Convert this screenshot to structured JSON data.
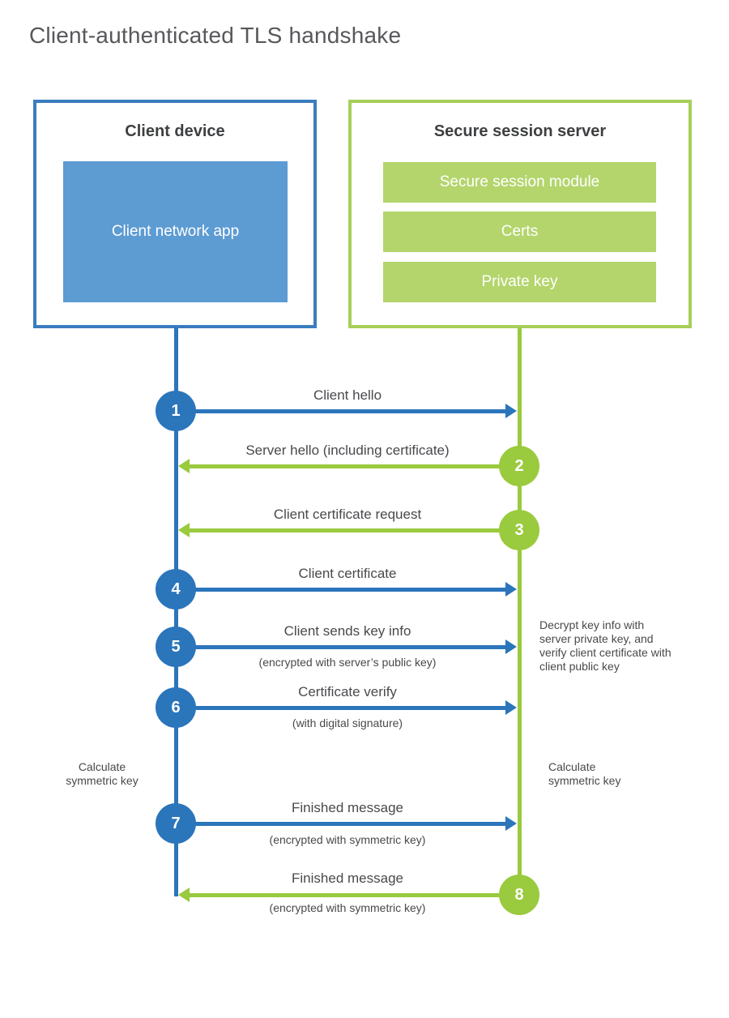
{
  "title": "Client-authenticated TLS handshake",
  "colors": {
    "blue_line": "#2b75bb",
    "blue_border": "#3a7cbe",
    "blue_fill": "#5d9bd3",
    "green_line": "#9aca3e",
    "green_border": "#a6cf5a",
    "green_fill": "#b3d56c",
    "text_dark": "#3e3f41",
    "text_gray": "#48494c",
    "title_gray": "#57585b"
  },
  "client_box": {
    "title": "Client device",
    "app_label": "Client network app"
  },
  "server_box": {
    "title": "Secure session server",
    "modules": [
      "Secure session module",
      "Certs",
      "Private key"
    ]
  },
  "steps": [
    {
      "num": "1",
      "actor": "client",
      "direction": "right",
      "label": "Client hello",
      "sublabel": ""
    },
    {
      "num": "2",
      "actor": "server",
      "direction": "left",
      "label": "Server hello (including certificate)",
      "sublabel": ""
    },
    {
      "num": "3",
      "actor": "server",
      "direction": "left",
      "label": "Client certificate request",
      "sublabel": ""
    },
    {
      "num": "4",
      "actor": "client",
      "direction": "right",
      "label": "Client certificate",
      "sublabel": ""
    },
    {
      "num": "5",
      "actor": "client",
      "direction": "right",
      "label": "Client sends key info",
      "sublabel": "(encrypted with server’s public key)"
    },
    {
      "num": "6",
      "actor": "client",
      "direction": "right",
      "label": "Certificate verify",
      "sublabel": "(with digital signature)"
    },
    {
      "num": "7",
      "actor": "client",
      "direction": "right",
      "label": "Finished message",
      "sublabel": "(encrypted with symmetric key)"
    },
    {
      "num": "8",
      "actor": "server",
      "direction": "left",
      "label": "Finished message",
      "sublabel": "(encrypted with symmetric key)"
    }
  ],
  "notes": {
    "decrypt": "Decrypt key info with server private key, and verify client certificate with client public key",
    "calc_left": "Calculate symmetric key",
    "calc_right": "Calculate symmetric key"
  }
}
